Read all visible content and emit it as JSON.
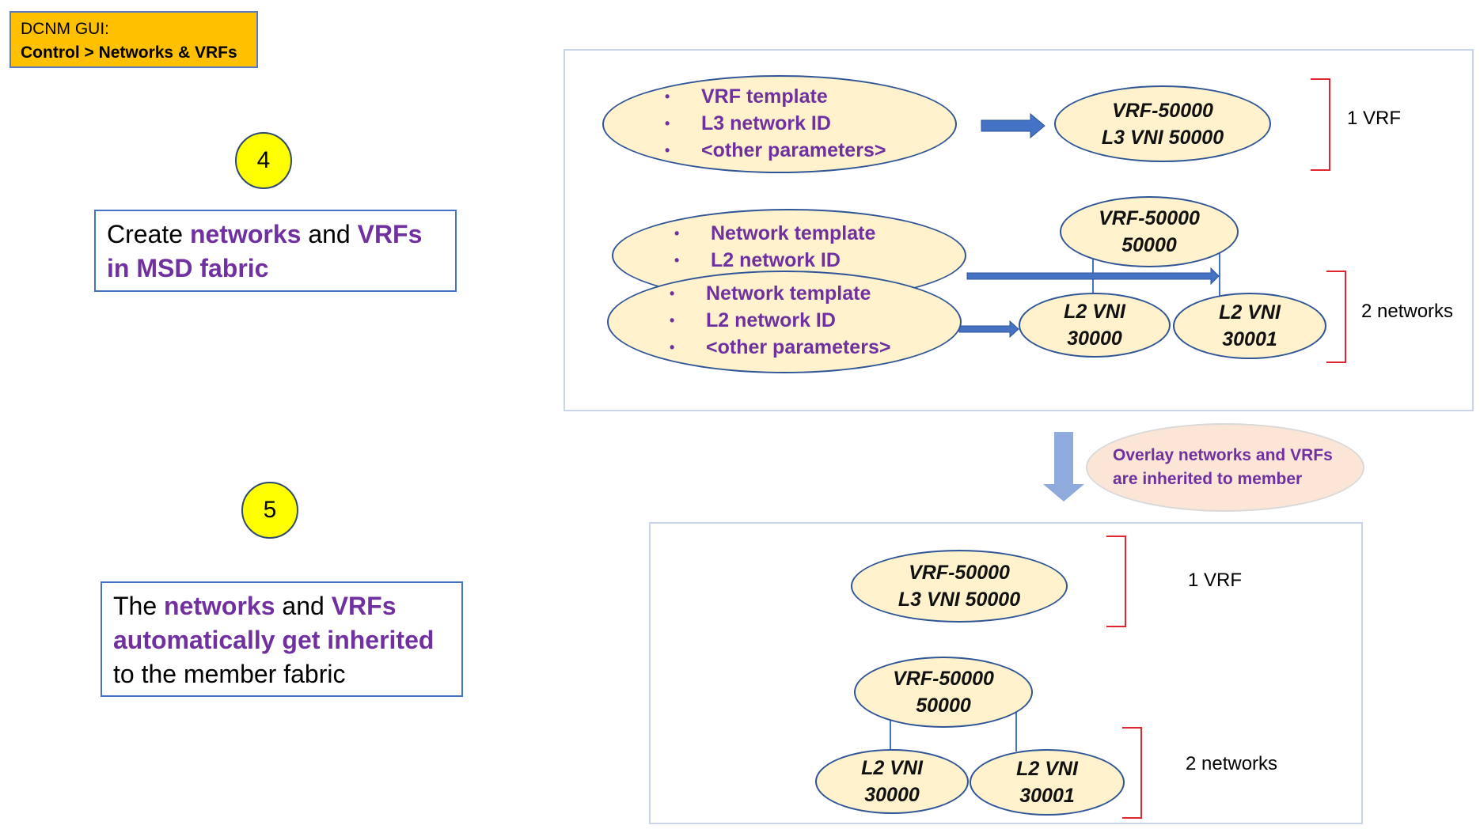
{
  "header": {
    "line1": "DCNM GUI:",
    "line2": "Control > Networks & VRFs"
  },
  "steps": [
    {
      "number": "4",
      "desc_parts": [
        "Create ",
        "networks",
        " and ",
        "VRFs in MSD fabric"
      ]
    },
    {
      "number": "5",
      "desc_parts": [
        "The ",
        "networks",
        " and ",
        "VRFs automatically get inherited",
        " to the member fabric"
      ]
    }
  ],
  "msd_section": {
    "vrf_template_bullets": [
      "VRF template",
      "L3 network ID",
      "<other parameters>"
    ],
    "vrf_result": [
      "VRF-50000",
      "L3 VNI 50000"
    ],
    "vrf_count_label": "1 VRF",
    "network_template_back_bullets": [
      "Network template",
      "L2 network ID"
    ],
    "network_template_front_bullets": [
      "Network template",
      "L2 network ID",
      "<other parameters>"
    ],
    "network_parent": [
      "VRF-50000",
      "50000"
    ],
    "network_child_1": [
      "L2 VNI",
      "30000"
    ],
    "network_child_2": [
      "L2 VNI",
      "30001"
    ],
    "network_count_label": "2 networks"
  },
  "inherit_note": [
    "Overlay networks and VRFs",
    "are inherited to member"
  ],
  "member_section": {
    "vrf_result": [
      "VRF-50000",
      "L3 VNI 50000"
    ],
    "vrf_count_label": "1 VRF",
    "network_parent": [
      "VRF-50000",
      "50000"
    ],
    "network_child_1": [
      "L2 VNI",
      "30000"
    ],
    "network_child_2": [
      "L2 VNI",
      "30001"
    ],
    "network_count_label": "2 networks"
  },
  "colors": {
    "accent_purple": "#7030a0",
    "ellipse_fill": "#fff2cc",
    "ellipse_border": "#2f5597",
    "arrow_blue": "#4472c4",
    "bracket_red": "#e0262f",
    "step_yellow": "#ffff00",
    "header_orange": "#ffc000"
  }
}
